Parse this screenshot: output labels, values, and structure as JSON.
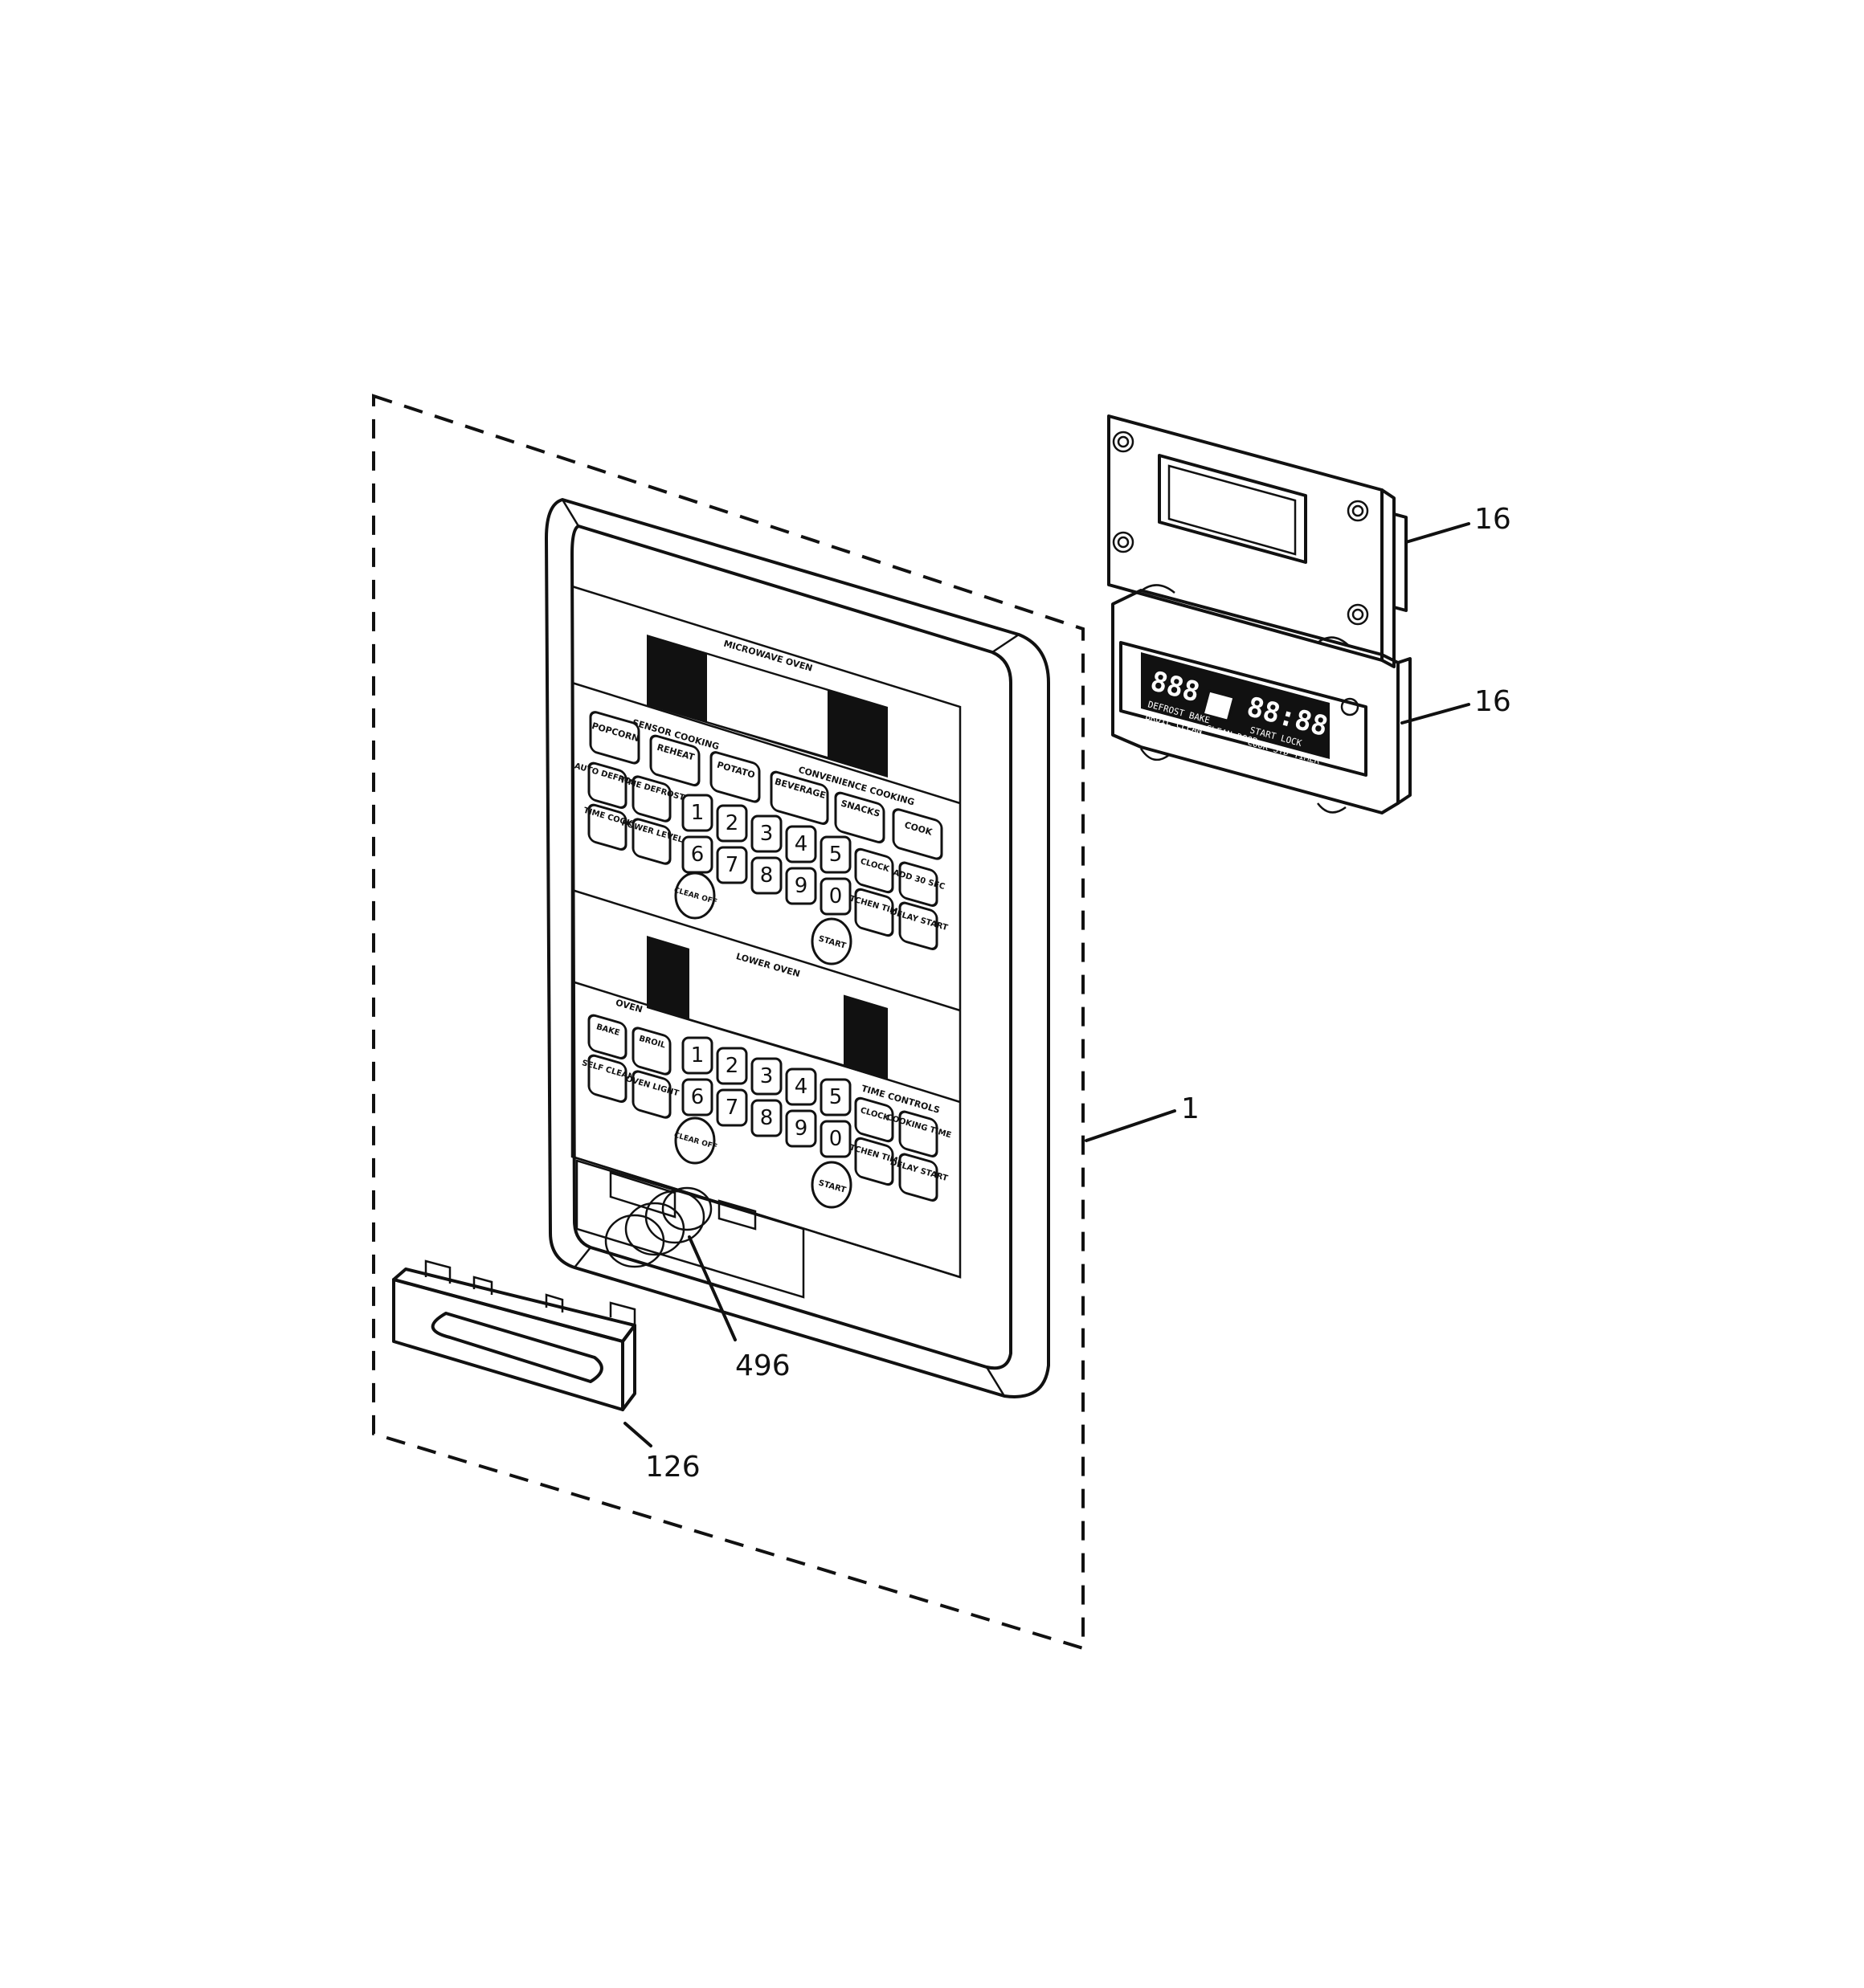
{
  "callouts": [
    {
      "id": "16a",
      "label": "16"
    },
    {
      "id": "16b",
      "label": "16"
    },
    {
      "id": "1",
      "label": "1"
    },
    {
      "id": "496",
      "label": "496"
    },
    {
      "id": "126",
      "label": "126"
    }
  ],
  "panel": {
    "upper_header": "MICROWAVE OVEN",
    "sensor_header": "SENSOR COOKING",
    "convenience_header": "CONVENIENCE COOKING",
    "lower_header": "LOWER OVEN",
    "oven_header": "OVEN",
    "time_controls_header": "TIME CONTROLS",
    "upper_keys": {
      "popcorn": "POPCORN",
      "reheat": "REHEAT",
      "potato": "POTATO",
      "beverage": "BEVERAGE",
      "snacks": "SNACKS",
      "cook": "COOK",
      "auto_defrost": "AUTO DEFROST",
      "time_defrost": "TIME DEFROST",
      "time_cook": "TIME COOK",
      "power_level": "POWER LEVEL",
      "clock": "CLOCK",
      "add_30_sec": "ADD 30 SEC",
      "kitchen_timer": "KITCHEN TIMER",
      "delay_start": "DELAY START",
      "clear_off": "CLEAR OFF",
      "start": "START"
    },
    "upper_digits": [
      "1",
      "2",
      "3",
      "4",
      "5",
      "6",
      "7",
      "8",
      "9",
      "0"
    ],
    "lower_keys": {
      "bake": "BAKE",
      "broil": "BROIL",
      "self_clean": "SELF CLEAN",
      "oven_light": "OVEN LIGHT",
      "clock": "CLOCK",
      "cooking_time": "COOKING TIME",
      "kitchen_timer": "KITCHEN TIMER",
      "delay_start": "DELAY START",
      "clear_off": "CLEAR OFF",
      "start": "START"
    },
    "lower_digits": [
      "1",
      "2",
      "3",
      "4",
      "5",
      "6",
      "7",
      "8",
      "9",
      "0"
    ]
  },
  "display_module": {
    "left_digits": "888",
    "right_digits": "88:88",
    "left_labels_1": "DEFROST BAKE",
    "left_labels_2": "BROIL CLEAN",
    "center_label": "CLEAN DOOR",
    "right_labels_1": "START LOCK",
    "right_labels_2": "COOK STD TIMER"
  }
}
